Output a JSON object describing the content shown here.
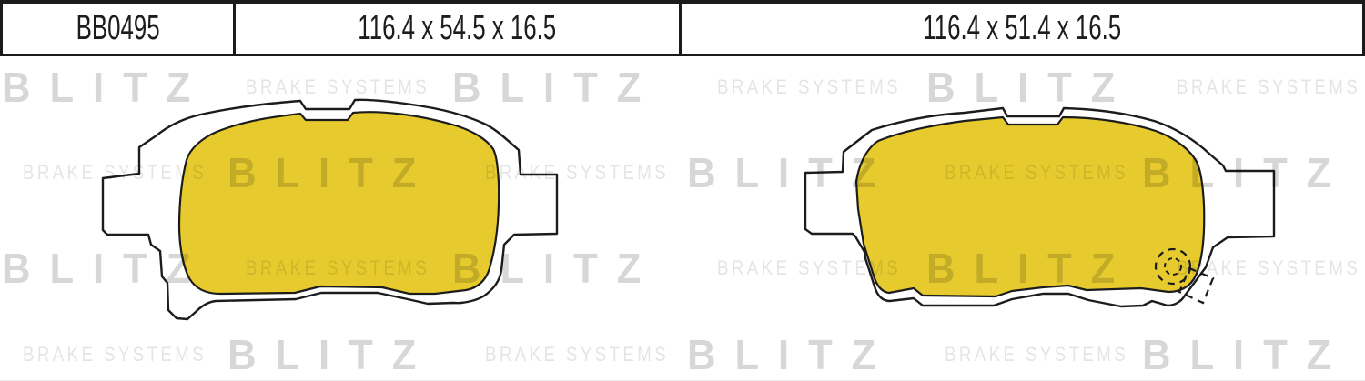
{
  "header": {
    "part_number": "BB0495",
    "left_pad_dimensions": "116.4 x 54.5 x 16.5",
    "right_pad_dimensions": "116.4 x 51.4 x 16.5"
  },
  "watermark": {
    "brand": "BLITZ",
    "tagline": "BRAKE SYSTEMS"
  },
  "drawing": {
    "friction_color": "#E7CB2E",
    "backplate_color": "#FFFFFF",
    "outline_color": "#1C1C1C"
  }
}
